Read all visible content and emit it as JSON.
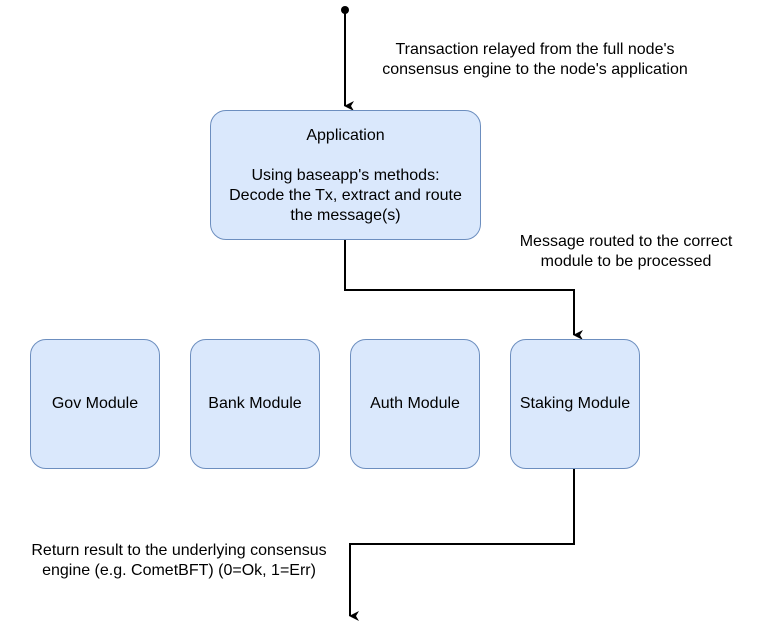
{
  "application": {
    "title": "Application",
    "description": "Using baseapp's methods:\nDecode the Tx, extract and route\nthe message(s)"
  },
  "modules": [
    {
      "label": "Gov Module"
    },
    {
      "label": "Bank Module"
    },
    {
      "label": "Auth Module"
    },
    {
      "label": "Staking Module"
    }
  ],
  "edges": {
    "incoming": "Transaction relayed from the full node's\nconsensus engine to the node's application",
    "routed": "Message routed to the correct\nmodule to be processed",
    "returned": "Return result to the underlying consensus\nengine (e.g. CometBFT) (0=Ok, 1=Err)"
  },
  "colors": {
    "box_fill": "#dae8fc",
    "box_stroke": "#6c8ebf",
    "line": "#000000"
  }
}
